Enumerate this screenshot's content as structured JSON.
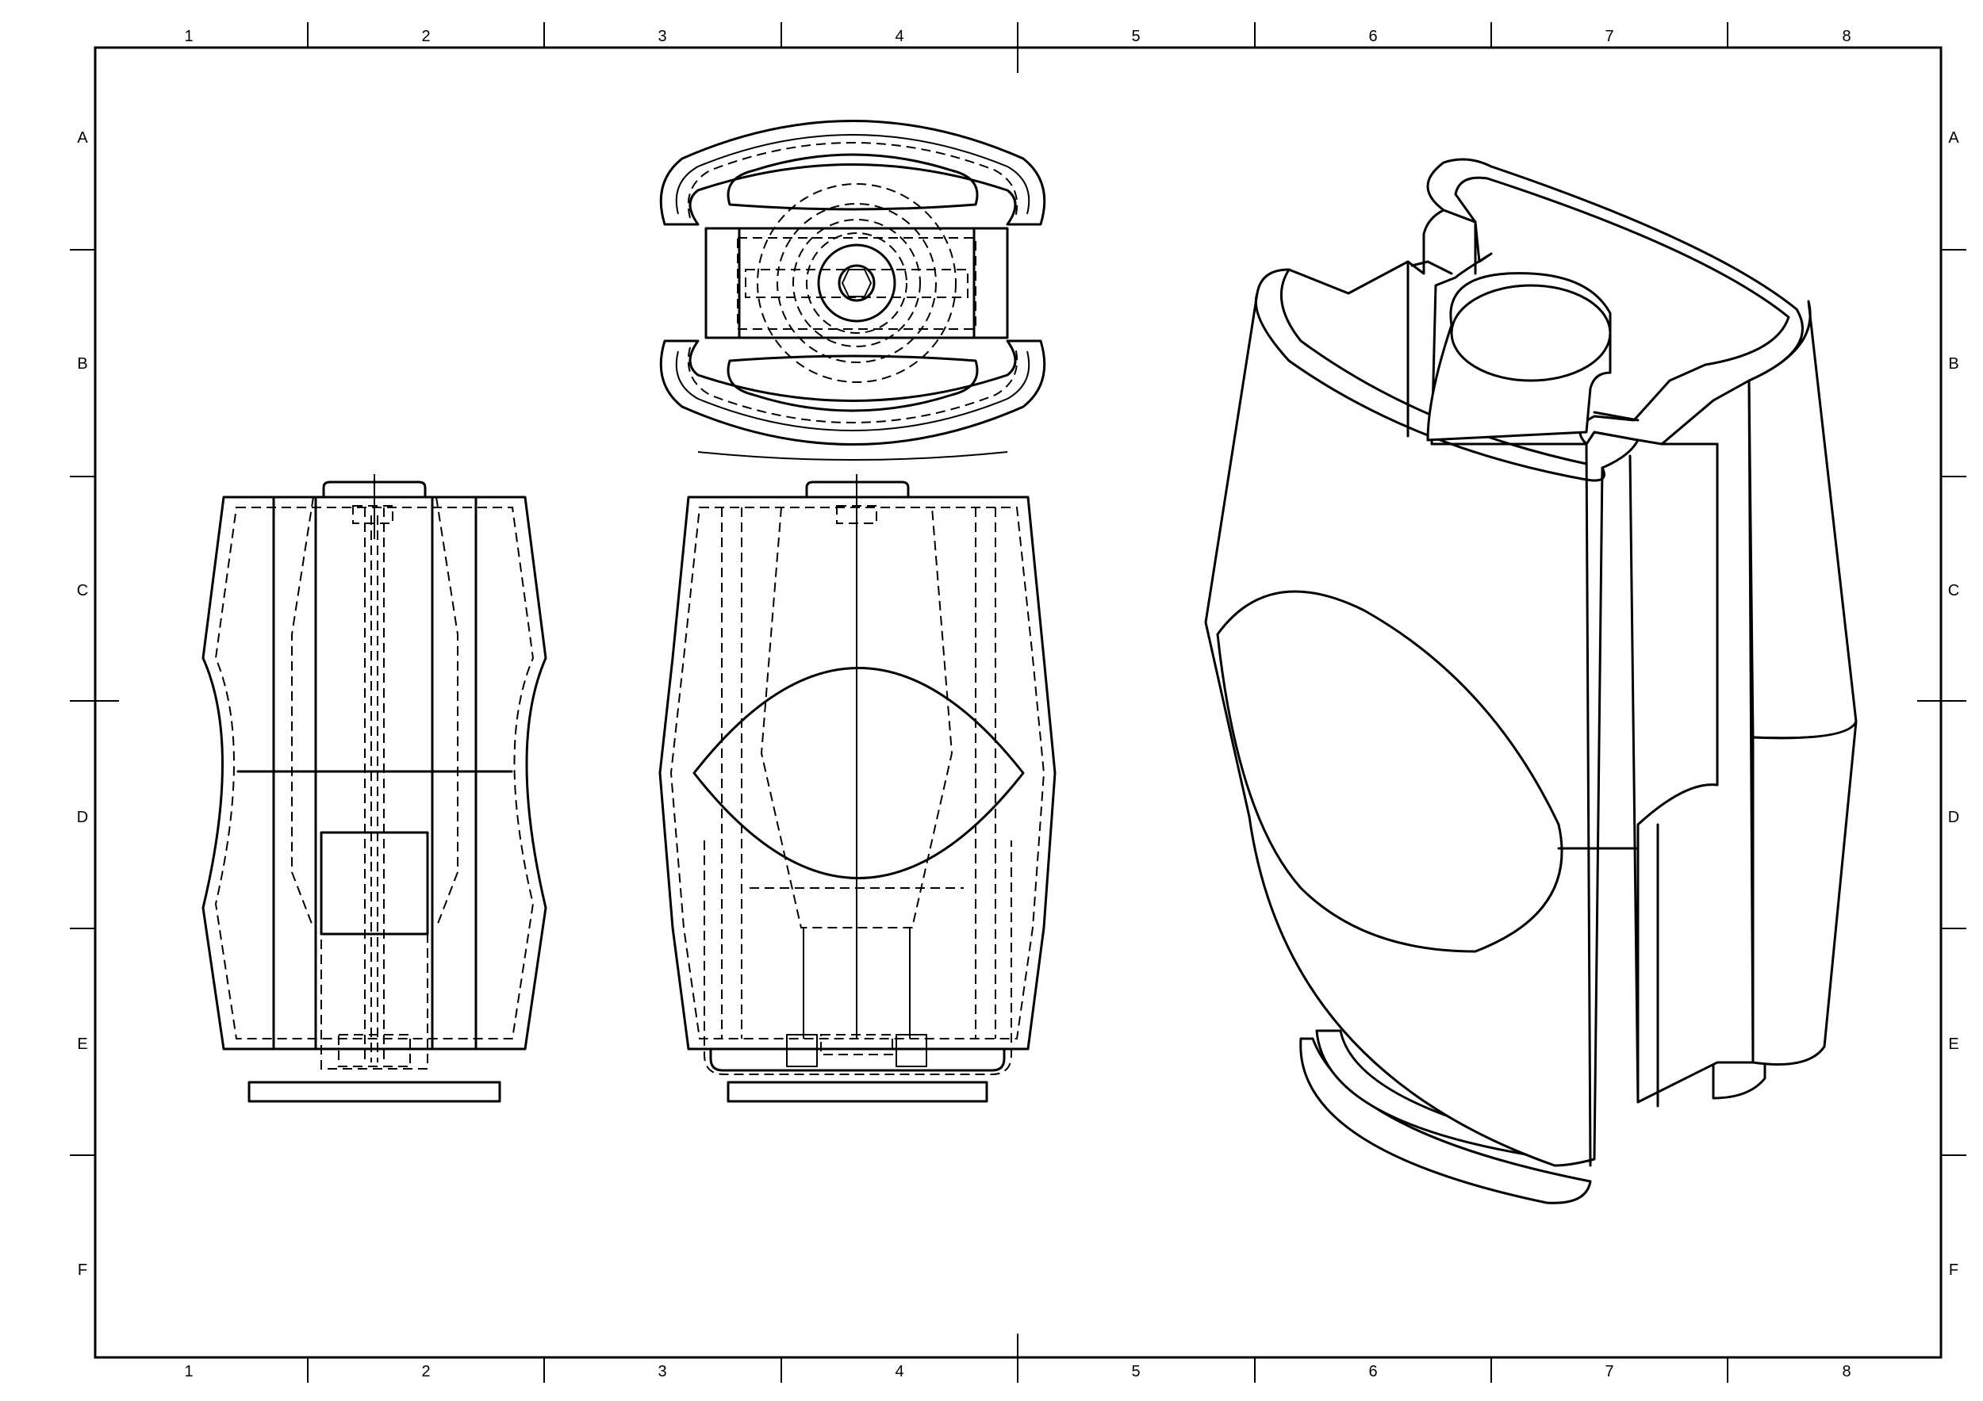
{
  "sheet": {
    "columns": [
      "1",
      "2",
      "3",
      "4",
      "5",
      "6",
      "7",
      "8"
    ],
    "rows": [
      "A",
      "B",
      "C",
      "D",
      "E",
      "F"
    ]
  }
}
